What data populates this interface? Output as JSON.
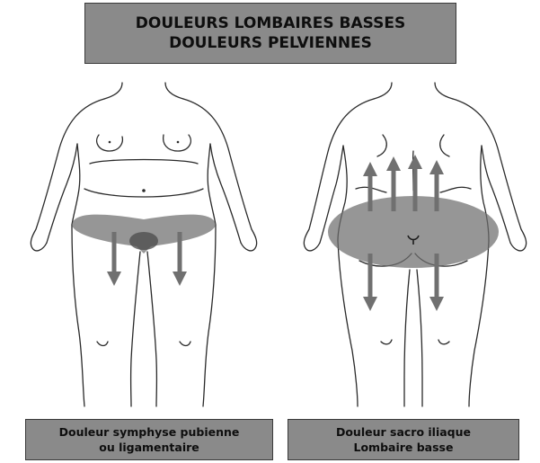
{
  "title": {
    "line1": "DOULEURS LOMBAIRES BASSES",
    "line2": "DOULEURS PELVIENNES"
  },
  "captions": {
    "front": {
      "line1": "Douleur symphyse pubienne",
      "line2": "ou ligamentaire"
    },
    "back": {
      "line1": "Douleur sacro iliaque",
      "line2": "Lombaire basse"
    }
  },
  "colors": {
    "box_fill": "#8a8a8a",
    "pain_zone": "#6e6e6e",
    "arrow": "#707070",
    "outline": "#2a2a2a"
  },
  "arrows": {
    "front": "down",
    "back_upper": "up",
    "back_lower": "down"
  }
}
